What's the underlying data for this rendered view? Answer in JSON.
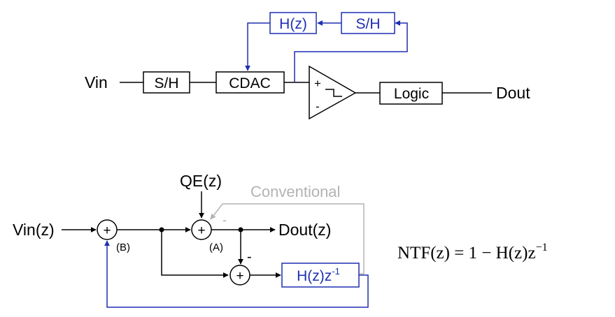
{
  "colors": {
    "ink": "#000000",
    "feedback": "#1f2fb0",
    "conventional": "#b3b3b3"
  },
  "top_circuit": {
    "vin_label": "Vin",
    "sh_input_label": "S/H",
    "cdac_label": "CDAC",
    "hz_label": "H(z)",
    "sh_feedback_label": "S/H",
    "comparator_plus": "+",
    "comparator_minus": "-",
    "logic_label": "Logic",
    "dout_label": "Dout"
  },
  "signal_flow": {
    "vin_label": "Vin(z)",
    "qe_label": "QE(z)",
    "conventional_label": "Conventional",
    "dout_label": "Dout(z)",
    "sum_symbol": "+",
    "node_a_label": "(A)",
    "node_b_label": "(B)",
    "conventional_sign": "-",
    "minus_sign": "-",
    "hz_delay_base": "H(z)z",
    "hz_delay_exp": "-1"
  },
  "equation": {
    "text": "NTF(z) = 1 − H(z)z",
    "exponent": "−1"
  }
}
